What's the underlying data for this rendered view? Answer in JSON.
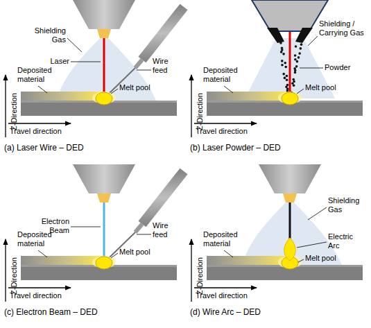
{
  "diagram": {
    "labels": [
      "Shielding Gas",
      "Laser",
      "Wire feed",
      "Deposited material",
      "Melt pool",
      "Z-Direction",
      "Travel direction",
      "(a) Laser Wire – DED",
      "Shielding / Carrying Gas",
      "Powder",
      "Deposited material",
      "Melt pool",
      "Z-Direction",
      "Travel direction",
      "(b) Laser Powder – DED",
      "Electron Beam",
      "Wire feed",
      "Deposited material",
      "Melt pool",
      "Z-Direction",
      "Travel direction",
      "(c) Electron Beam – DED",
      "Shielding Gas",
      "Electric Arc",
      "Deposited material",
      "Melt pool",
      "Z-Direction",
      "Travel direction",
      "(d) Wire Arc – DED"
    ]
  }
}
